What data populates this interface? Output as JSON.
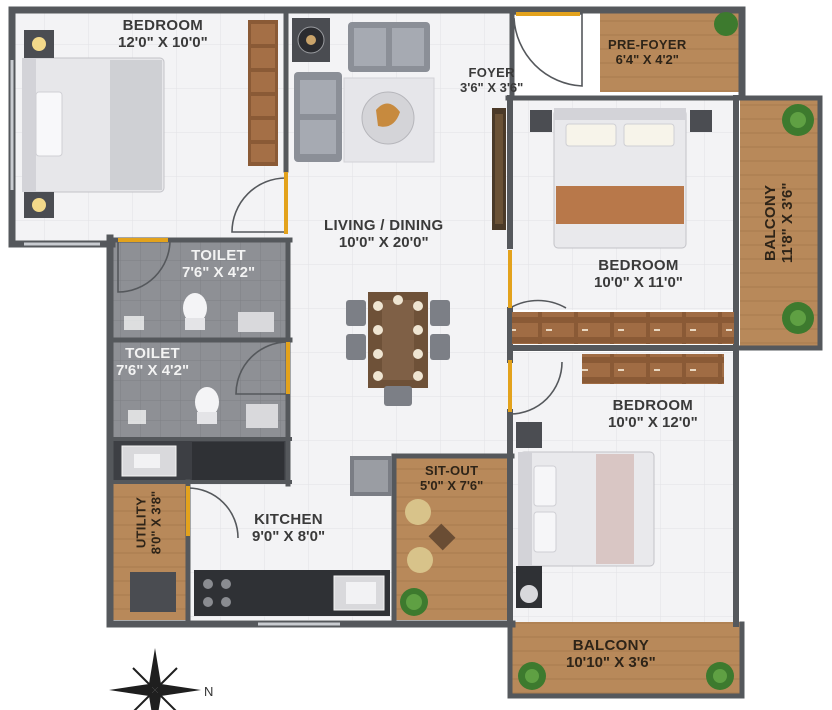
{
  "rooms": {
    "bedroom1": {
      "name": "BEDROOM",
      "dim": "12'0\" X 10'0\""
    },
    "pre_foyer": {
      "name": "PRE-FOYER",
      "dim": "6'4\" X 4'2\""
    },
    "foyer": {
      "name": "FOYER",
      "dim": "3'6\" X 3'6\""
    },
    "living_dining": {
      "name": "LIVING / DINING",
      "dim": "10'0\" X 20'0\""
    },
    "toilet1": {
      "name": "TOILET",
      "dim": "7'6\" X 4'2\""
    },
    "toilet2": {
      "name": "TOILET",
      "dim": "7'6\" X 4'2\""
    },
    "bedroom2": {
      "name": "BEDROOM",
      "dim": "10'0\" X 11'0\""
    },
    "balcony1": {
      "name": "BALCONY",
      "dim": "11'8\" X 3'6\""
    },
    "bedroom3": {
      "name": "BEDROOM",
      "dim": "10'0\" X 12'0\""
    },
    "sit_out": {
      "name": "SIT-OUT",
      "dim": "5'0\" X 7'6\""
    },
    "kitchen": {
      "name": "KITCHEN",
      "dim": "9'0\" X 8'0\""
    },
    "utility": {
      "name": "UTILITY",
      "dim": "8'0\" X 3'8\""
    },
    "balcony2": {
      "name": "BALCONY",
      "dim": "10'10\" X 3'6\""
    }
  },
  "compass": {
    "label": "N"
  },
  "colors": {
    "wall": "#55585c",
    "floor": "#f2f2f4",
    "wood": "#b98b5c",
    "bath": "#8f9196"
  }
}
